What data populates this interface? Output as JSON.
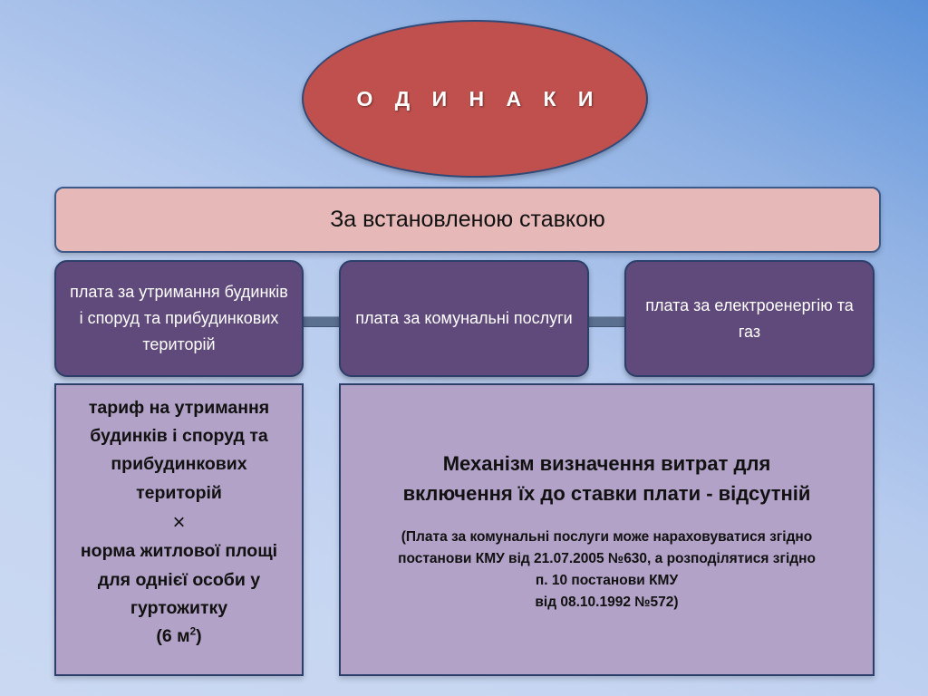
{
  "title": "О Д И Н А К И",
  "banner": "За встановленою ставкою",
  "categories": [
    "плата за утримання будинків і споруд та прибудинкових територій",
    "плата за комунальні послуги",
    "плата за електроенергію та газ"
  ],
  "left_panel": {
    "line1": "тариф на утримання",
    "line2": "будинків і споруд та",
    "line3": "прибудинкових",
    "line4": "територій",
    "operator": "×",
    "line5": "норма житлової площі",
    "line6": "для однієї особи у",
    "line7": "гуртожитку",
    "area_open": "(6 м",
    "area_sup": "2",
    "area_close": ")"
  },
  "right_panel": {
    "heading_line1": "Механізм визначення витрат для",
    "heading_line2": "включення їх до ставки плати - відсутній",
    "note_line1": "(Плата за комунальні послуги може нараховуватися згідно",
    "note_line2": "постанови КМУ від 21.07.2005 №630, а розподілятися згідно",
    "note_line3": "п. 10 постанови КМУ",
    "note_line4": "від 08.10.1992 №572)"
  }
}
